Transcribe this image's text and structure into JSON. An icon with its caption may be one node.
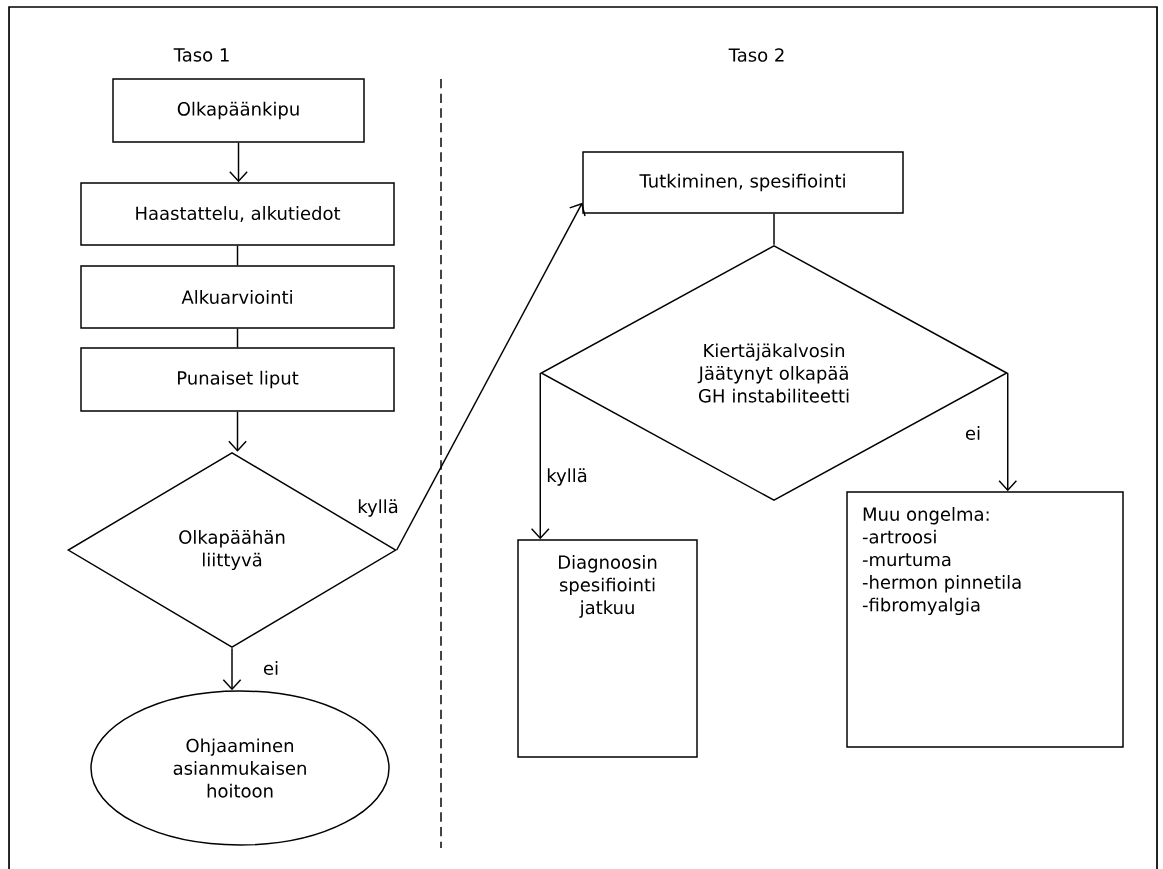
{
  "diagram": {
    "nodes": [
      {
        "text": [
          "Olkapäänkipu"
        ]
      },
      {
        "text": [
          "Haastattelu, alkutiedot"
        ]
      },
      {
        "text": [
          "Alkuarviointi"
        ]
      },
      {
        "text": [
          "Punaiset liput"
        ]
      },
      {
        "text": [
          "Olkapäähän liittyvä"
        ]
      },
      {
        "text": [
          "Ohjaaminen asianmukaisen hoitoon"
        ]
      },
      {
        "text": [
          "Tutkiminen, spesifiointi"
        ]
      },
      {
        "text": [
          "Kiertäjäkalvosin",
          "Jäätynyt olkapää",
          "GH instabiliteetti"
        ]
      },
      {
        "text": [
          "Diagnoosin spesifiointi jatkuu"
        ]
      },
      {
        "text": [
          "Muu ongelma:",
          "-artroosi",
          "-murtuma",
          "-hermon pinnetila",
          "-fibromyalgia"
        ]
      }
    ],
    "edges": [
      {
        "from": 0,
        "to": 1,
        "arrow": "to"
      },
      {
        "from": 1,
        "to": 2,
        "arrow": "none"
      },
      {
        "from": 2,
        "to": 3,
        "arrow": "none"
      },
      {
        "from": 3,
        "to": 4,
        "arrow": "to"
      },
      {
        "from": 4,
        "to": 6,
        "arrow": "to",
        "label": "kyllä"
      },
      {
        "from": 4,
        "to": 5,
        "arrow": "to",
        "label": "ei"
      },
      {
        "from": 6,
        "to": 7,
        "arrow": "none"
      },
      {
        "from": 7,
        "to": 8,
        "arrow": "to",
        "label": "kyllä"
      },
      {
        "from": 7,
        "to": 9,
        "arrow": "to",
        "label": "ei"
      }
    ],
    "labels": [
      "Taso 1",
      "Taso 2"
    ]
  }
}
